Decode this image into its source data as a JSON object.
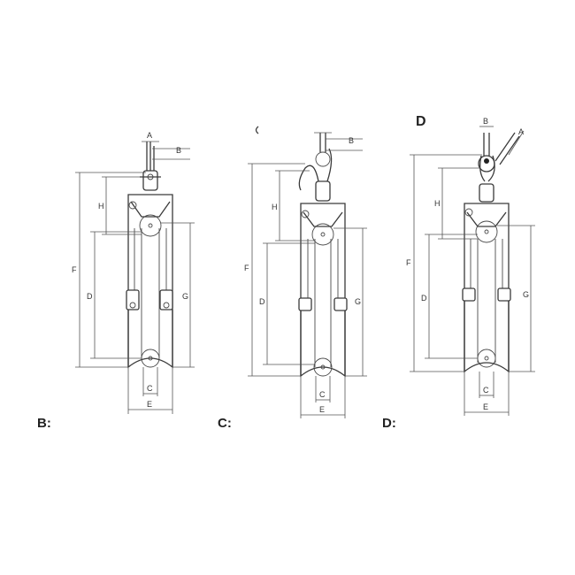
{
  "diagrams": [
    {
      "caption": "B:",
      "dims": {
        "a": "A",
        "b": "B",
        "c": "C",
        "d": "D",
        "e": "E",
        "f": "F",
        "g": "G",
        "h": "H"
      }
    },
    {
      "caption": "C:",
      "dims": {
        "b": "B",
        "c": "C",
        "d": "D",
        "e": "E",
        "f": "F",
        "g": "G",
        "h": "H"
      }
    },
    {
      "caption": "D:",
      "header": "D",
      "dims": {
        "a": "A",
        "b": "B",
        "c": "C",
        "d": "D",
        "e": "E",
        "f": "F",
        "g": "G",
        "h": "H"
      }
    }
  ]
}
